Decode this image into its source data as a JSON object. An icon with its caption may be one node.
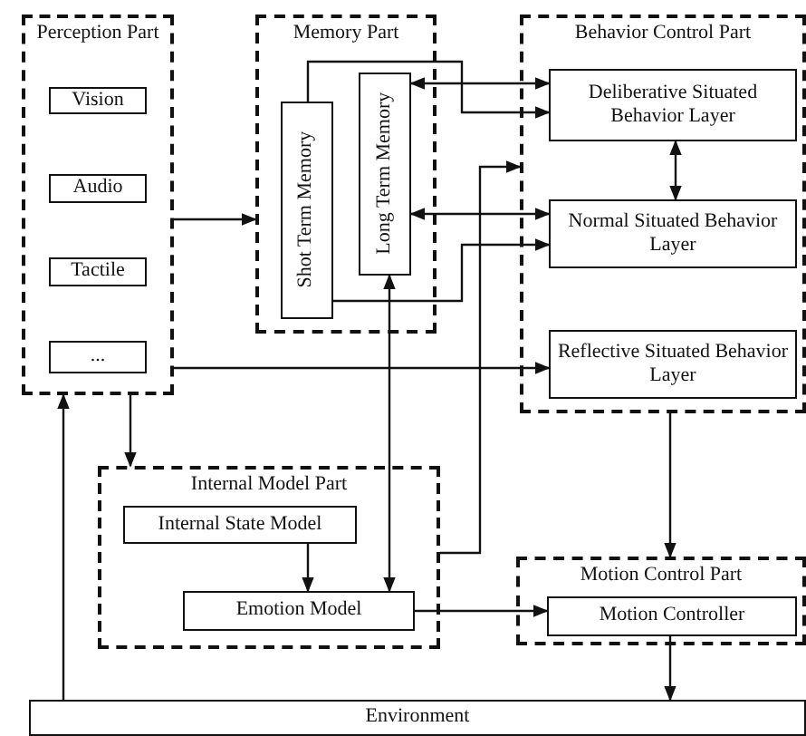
{
  "diagram": {
    "nodes": [
      {
        "text": [
          "Perception Part"
        ]
      },
      {
        "text": [
          "Vision"
        ],
        "in": 0
      },
      {
        "text": [
          "Audio"
        ],
        "in": 0
      },
      {
        "text": [
          "Tactile"
        ],
        "in": 0
      },
      {
        "text": [
          "..."
        ],
        "in": 0
      },
      {
        "text": [
          "Memory Part"
        ]
      },
      {
        "text": [
          "Shot Term Memory"
        ],
        "in": 5
      },
      {
        "text": [
          "Long Term Memory"
        ],
        "in": 5
      },
      {
        "text": [
          "Behavior Control Part"
        ]
      },
      {
        "text": [
          "Deliberative Situated Behavior Layer"
        ],
        "in": 8
      },
      {
        "text": [
          "Normal Situated Behavior Layer"
        ],
        "in": 8
      },
      {
        "text": [
          "Reflective Situated Behavior Layer"
        ],
        "in": 8
      },
      {
        "text": [
          "Internal Model Part"
        ]
      },
      {
        "text": [
          "Internal State Model"
        ],
        "in": 12
      },
      {
        "text": [
          "Emotion Model"
        ],
        "in": 12
      },
      {
        "text": [
          "Motion Control Part"
        ]
      },
      {
        "text": [
          "Motion Controller"
        ],
        "in": 15
      },
      {
        "text": [
          "Environment"
        ]
      }
    ],
    "edges": [
      {
        "from": 0,
        "to": 5,
        "arrow": "to"
      },
      {
        "from": 7,
        "to": 9,
        "arrow": "both"
      },
      {
        "from": 6,
        "to": 9,
        "arrow": "to"
      },
      {
        "from": 7,
        "to": 10,
        "arrow": "both"
      },
      {
        "from": 6,
        "to": 10,
        "arrow": "to"
      },
      {
        "from": 9,
        "to": 10,
        "arrow": "both"
      },
      {
        "from": 0,
        "to": 11,
        "arrow": "to"
      },
      {
        "from": 7,
        "to": 14,
        "arrow": "both"
      },
      {
        "from": 12,
        "to": 8,
        "arrow": "to"
      },
      {
        "from": 0,
        "to": 12,
        "arrow": "to"
      },
      {
        "from": 13,
        "to": 14,
        "arrow": "to"
      },
      {
        "from": 14,
        "to": 16,
        "arrow": "to"
      },
      {
        "from": 8,
        "to": 15,
        "arrow": "to"
      },
      {
        "from": 16,
        "to": 17,
        "arrow": "to"
      },
      {
        "from": 17,
        "to": 0,
        "arrow": "to"
      }
    ]
  }
}
